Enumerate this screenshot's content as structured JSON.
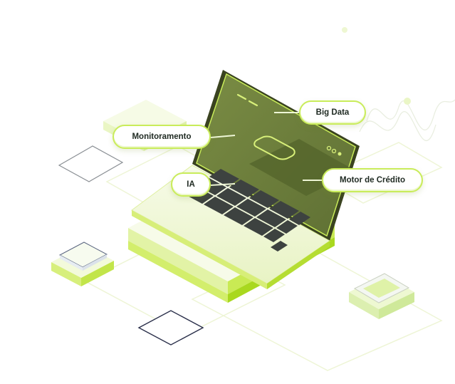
{
  "labels": {
    "big_data": "Big Data",
    "monitoramento": "Monitoramento",
    "ia": "IA",
    "motor_credito": "Motor de Crédito"
  },
  "colors": {
    "accent": "#c9ec5a",
    "accent_dark": "#9fd120",
    "screen": "#6b7d3a",
    "screen_dark": "#4c5a27",
    "keys": "#3a3f3c",
    "outline_dark": "#2a2f4a"
  }
}
